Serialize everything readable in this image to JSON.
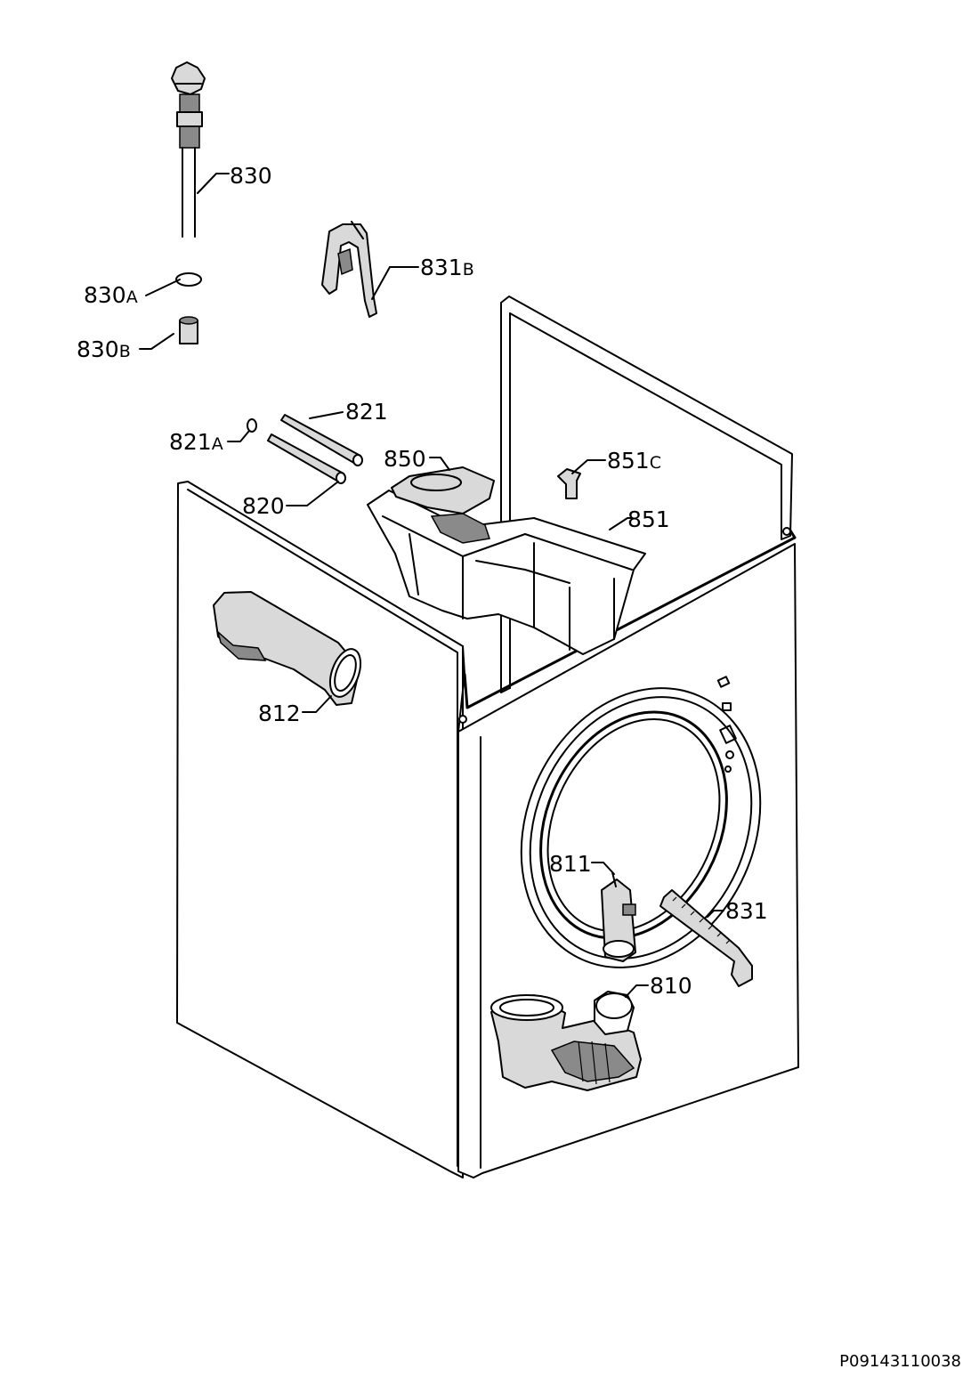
{
  "labels": {
    "l830": {
      "num": "830",
      "suffix": ""
    },
    "l830a": {
      "num": "830",
      "suffix": "A"
    },
    "l830b": {
      "num": "830",
      "suffix": "B"
    },
    "l831b": {
      "num": "831",
      "suffix": "B"
    },
    "l821": {
      "num": "821",
      "suffix": ""
    },
    "l821a": {
      "num": "821",
      "suffix": "A"
    },
    "l820": {
      "num": "820",
      "suffix": ""
    },
    "l850": {
      "num": "850",
      "suffix": ""
    },
    "l851c": {
      "num": "851",
      "suffix": "C"
    },
    "l851": {
      "num": "851",
      "suffix": ""
    },
    "l812": {
      "num": "812",
      "suffix": ""
    },
    "l811": {
      "num": "811",
      "suffix": ""
    },
    "l831": {
      "num": "831",
      "suffix": ""
    },
    "l810": {
      "num": "810",
      "suffix": ""
    }
  },
  "document_code": "P09143110038",
  "colors": {
    "line": "#000000",
    "fill_light": "#d9d9d9",
    "fill_dark": "#8a8a8a",
    "background": "#ffffff"
  }
}
